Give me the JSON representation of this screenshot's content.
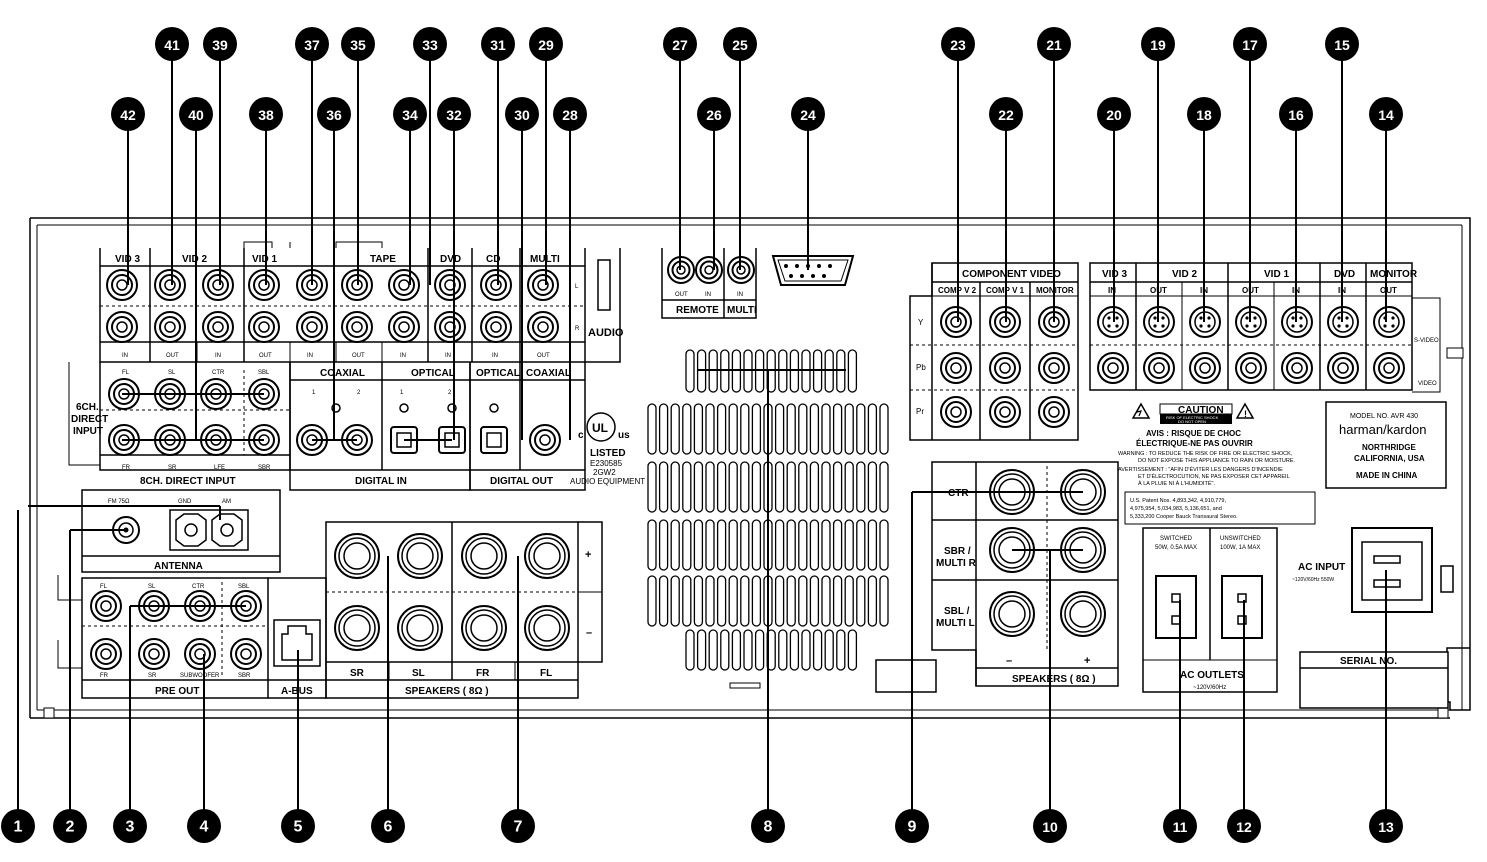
{
  "callouts": [
    "1",
    "2",
    "3",
    "4",
    "5",
    "6",
    "7",
    "8",
    "9",
    "10",
    "11",
    "12",
    "13",
    "14",
    "15",
    "16",
    "17",
    "18",
    "19",
    "20",
    "21",
    "22",
    "23",
    "24",
    "25",
    "26",
    "27",
    "28",
    "29",
    "30",
    "31",
    "32",
    "33",
    "34",
    "35",
    "36",
    "37",
    "38",
    "39",
    "40",
    "41",
    "42"
  ],
  "audio_panel": {
    "col_top": [
      "VID 3",
      "VID 2",
      "VID 1",
      "TAPE",
      "DVD",
      "CD",
      "MULTI"
    ],
    "row_lr": [
      "L",
      "R"
    ],
    "io": [
      "IN",
      "OUT",
      "IN",
      "OUT",
      "IN",
      "OUT",
      "IN",
      "IN",
      "IN",
      "OUT"
    ],
    "audio_label": "AUDIO"
  },
  "direct_input": {
    "side_label_1": "6CH.",
    "side_label_2": "DIRECT",
    "side_label_3": "INPUT",
    "top_labels": [
      "FL",
      "SL",
      "CTR",
      "SBL"
    ],
    "bottom_labels": [
      "FR",
      "SR",
      "LFE",
      "SBR"
    ],
    "title": "8CH. DIRECT INPUT"
  },
  "digital_in": {
    "coaxial": "COAXIAL",
    "optical": "OPTICAL",
    "nums": [
      "1",
      "2",
      "1",
      "2"
    ],
    "title": "DIGITAL IN"
  },
  "digital_out": {
    "optical": "OPTICAL",
    "coaxial": "COAXIAL",
    "title": "DIGITAL OUT"
  },
  "ul": {
    "c": "c",
    "us": "us",
    "listed": "LISTED",
    "code1": "E230585",
    "code2": "2GW2",
    "equip": "AUDIO EQUIPMENT"
  },
  "remote": {
    "io": [
      "OUT",
      "IN",
      "IN"
    ],
    "remote": "REMOTE",
    "multi": "MULTI"
  },
  "component_video": {
    "title": "COMPONENT VIDEO",
    "cols": [
      "COMP V 2",
      "COMP V 1",
      "MONITOR"
    ],
    "rows": [
      "Y",
      "Pb",
      "Pr"
    ]
  },
  "svideo": {
    "cols": [
      "VID 3",
      "VID 2",
      "VID 1",
      "DVD",
      "MONITOR"
    ],
    "io": [
      "IN",
      "OUT",
      "IN",
      "OUT",
      "IN",
      "IN",
      "OUT"
    ],
    "svideo": "S-VIDEO",
    "video": "VIDEO"
  },
  "caution": {
    "title": "CAUTION",
    "sub1": "RISK OF ELECTRIC SHOCK",
    "sub2": "DO NOT OPEN",
    "avis1": "AVIS : RISQUE DE CHOC",
    "avis2": "ÉLECTRIQUE-NE PAS OUVRIR",
    "warn1": "WARNING : TO REDUCE THE RISK OF FIRE OR ELECTRIC SHOCK,",
    "warn2": "DO NOT EXPOSE THIS APPLIANCE TO RAIN OR MOISTURE.",
    "aver1": "AVERTISSEMENT : \"AFIN D'ÉVITER LES DANGERS D'INCENDIE",
    "aver2": "ET D'ÉLECTROCUTION, NE PAS EXPOSER CET APPAREIL",
    "aver3": "À LA PLUIE NI À L'HUMIDITÉ\".",
    "pat1": "U.S. Patent Nos. 4,893,342,  4,910,779,",
    "pat2": "4,975,954,  5,034,983,  5,136,651,  and",
    "pat3": "5,333,200  Cooper Bauck Transaural Stereo."
  },
  "model": {
    "model": "MODEL NO. AVR 430",
    "brand": "harman/kardon",
    "city": "NORTHRIDGE",
    "state": "CALIFORNIA,  USA",
    "made": "MADE IN CHINA"
  },
  "antenna": {
    "fm": "FM 75Ω",
    "gnd": "GND",
    "am": "AM",
    "title": "ANTENNA"
  },
  "preout": {
    "top": [
      "FL",
      "SL",
      "CTR",
      "SBL"
    ],
    "bottom": [
      "FR",
      "SR",
      "SUBWOOFER",
      "SBR"
    ],
    "title": "PRE OUT"
  },
  "abus": {
    "title": "A-BUS"
  },
  "speakers_left": {
    "labels": [
      "SR",
      "SL",
      "FR",
      "FL"
    ],
    "title": "SPEAKERS ( 8Ω )",
    "plus": "+",
    "minus": "–"
  },
  "speakers_right": {
    "labels": [
      "CTR",
      "SBR /",
      "MULTI R",
      "SBL /",
      "MULTI L"
    ],
    "minus": "–",
    "plus": "+",
    "title": "SPEAKERS ( 8Ω )"
  },
  "ac_outlets": {
    "sw1": "SWITCHED",
    "sw2": "50W, 0.5A MAX",
    "un1": "UNSWITCHED",
    "un2": "100W, 1A MAX",
    "title": "AC  OUTLETS",
    "volt": "~120V/60Hz"
  },
  "ac_input": {
    "title": "AC INPUT",
    "rating": "~120V/60Hz  550W"
  },
  "serial": {
    "title": "SERIAL NO."
  }
}
